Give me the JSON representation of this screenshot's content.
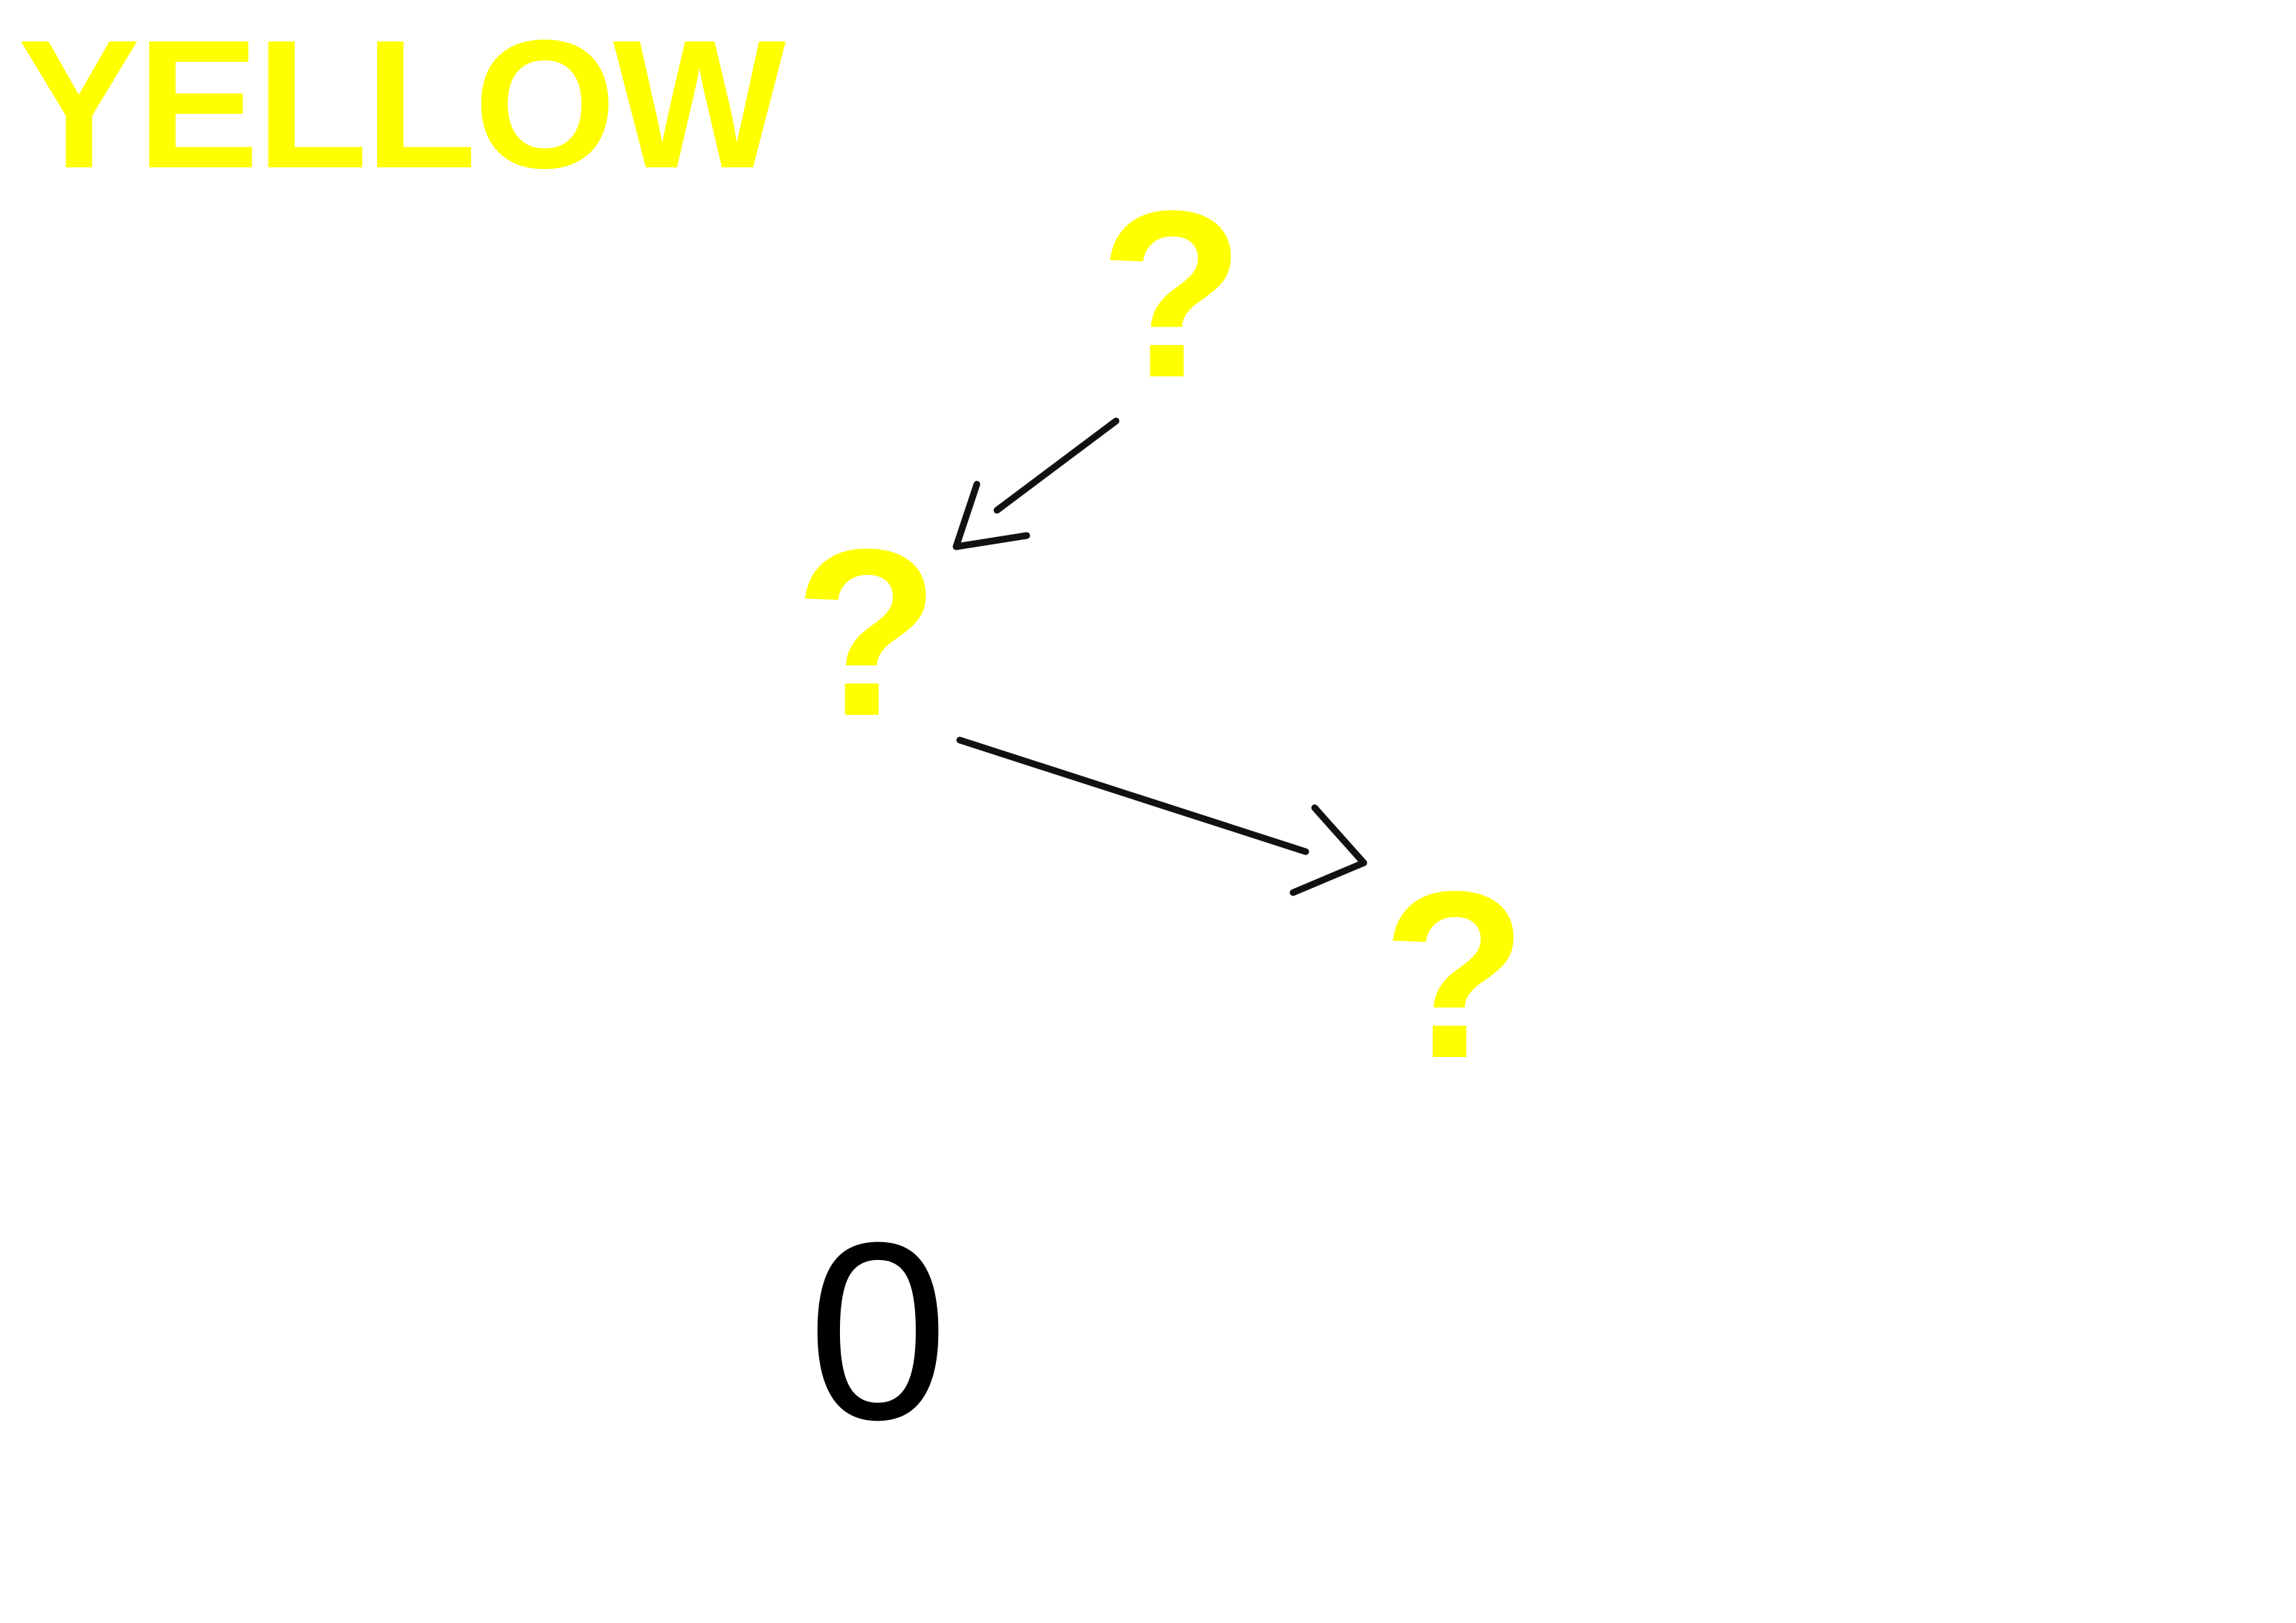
{
  "title": "YELLOW",
  "colors": {
    "title": "#ffff00",
    "question_marks": "#ffff00",
    "arrows": "#111111",
    "answer": "#000000"
  },
  "nodes": [
    {
      "id": "top",
      "label": "?"
    },
    {
      "id": "middle",
      "label": "?"
    },
    {
      "id": "right",
      "label": "?"
    }
  ],
  "edges": [
    {
      "from": "top",
      "to": "middle"
    },
    {
      "from": "middle",
      "to": "right"
    }
  ],
  "answer": "0"
}
